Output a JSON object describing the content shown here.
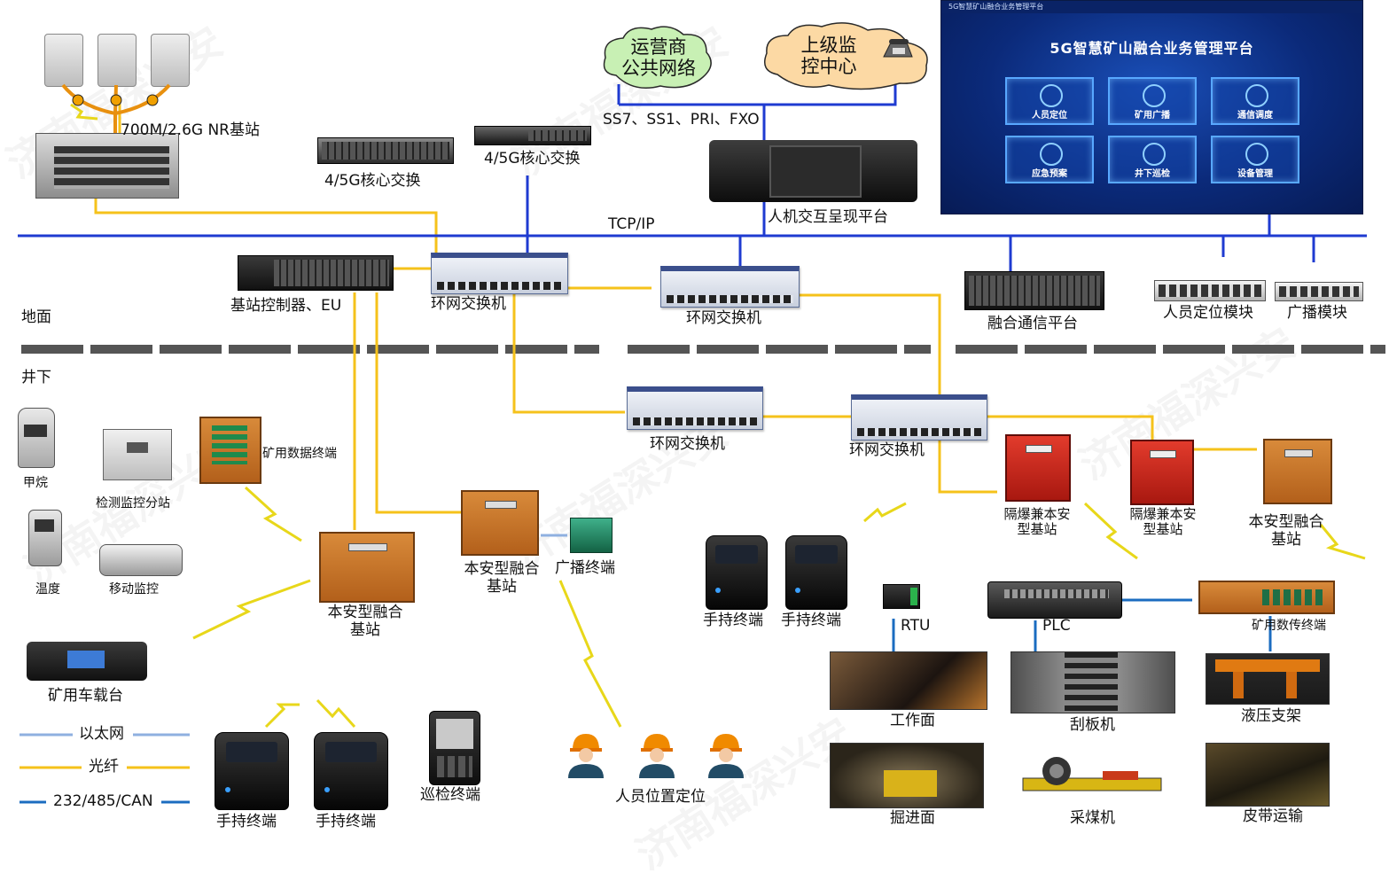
{
  "labels": {
    "bs_700m": "700M/2.6G NR基站",
    "core_left": "4/5G核心交换",
    "core_right": "4/5G核心交换",
    "ss7": "SS7、SS1、PRI、FXO",
    "tcpip": "TCP/IP",
    "hmi": "人机交互呈现平台",
    "bsc": "基站控制器、EU",
    "ring1": "环网交换机",
    "ring2": "环网交换机",
    "ring3": "环网交换机",
    "ring4": "环网交换机",
    "fusion_platform": "融合通信平台",
    "locate_module": "人员定位模块",
    "broadcast_module": "广播模块",
    "ground": "地面",
    "underground": "井下",
    "methane": "甲烷",
    "substation": "检测监控分站",
    "temperature": "温度",
    "camera": "移动监控",
    "data_terminal": "矿用数据终端",
    "fusion_bs_1": "本安型融合\n基站",
    "fusion_bs_2": "本安型融合\n基站",
    "fusion_bs_3": "本安型融合\n基站",
    "broadcast_terminal": "广播终端",
    "vehicle_radio": "矿用车载台",
    "handheld_1": "手持终端",
    "handheld_2": "手持终端",
    "handheld_3": "手持终端",
    "handheld_4": "手持终端",
    "patrol": "巡检终端",
    "personnel": "人员位置定位",
    "explosion_bs_1": "隔爆兼本安\n型基站",
    "explosion_bs_2": "隔爆兼本安\n型基站",
    "rtu": "RTU",
    "plc": "PLC",
    "data_transmission": "矿用数传终端",
    "working_face": "工作面",
    "scraper": "刮板机",
    "hydraulic": "液压支架",
    "excavation": "掘进面",
    "shearer": "采煤机",
    "belt": "皮带运输"
  },
  "clouds": {
    "operator": "运营商\n公共网络",
    "supervision": "上级监\n控中心"
  },
  "legend": {
    "ethernet": "以太网",
    "fiber": "光纤",
    "serial": "232/485/CAN"
  },
  "panel": {
    "topbar": "5G智慧矿山融合业务管理平台",
    "title": "5G智慧矿山融合业务管理平台",
    "tiles": [
      "人员定位",
      "矿用广播",
      "通信调度",
      "应急预案",
      "井下巡检",
      "设备管理"
    ]
  },
  "watermark": "济南福深兴安",
  "colors": {
    "tcpip_bus": "#1f3bd1",
    "fiber": "#f5c21b",
    "ethernet": "#8fb0e0",
    "serial": "#1b6cc0",
    "wireless": "#f0e21a"
  }
}
